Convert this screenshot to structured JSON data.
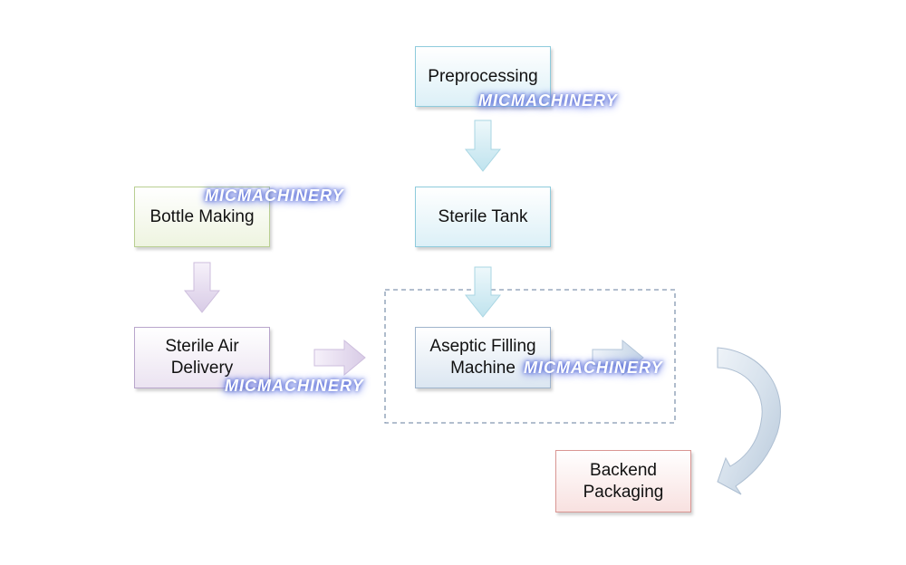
{
  "nodes": {
    "preprocessing": {
      "line1": "Preprocessing",
      "line2": ""
    },
    "sterile_tank": {
      "line1": "Sterile Tank",
      "line2": ""
    },
    "bottle_making": {
      "line1": "Bottle Making",
      "line2": ""
    },
    "sterile_air_delivery": {
      "line1": "Sterile Air",
      "line2": "Delivery"
    },
    "aseptic_filling_machine": {
      "line1": "Aseptic Filling",
      "line2": "Machine"
    },
    "backend_packaging": {
      "line1": "Backend",
      "line2": "Packaging"
    }
  },
  "watermark": "MICMACHINERY",
  "colors": {
    "blue_fill": "#dcf0f7",
    "blue_border": "#8ecbdc",
    "green_fill": "#eef4e0",
    "green_border": "#b9cf92",
    "purple_fill": "#ebe3f1",
    "purple_border": "#b9a6cc",
    "steel_fill": "#dbe6f1",
    "steel_border": "#9fb4cc",
    "red_fill": "#f8e1e0",
    "red_border": "#d99693",
    "group_border": "#8497b0"
  }
}
